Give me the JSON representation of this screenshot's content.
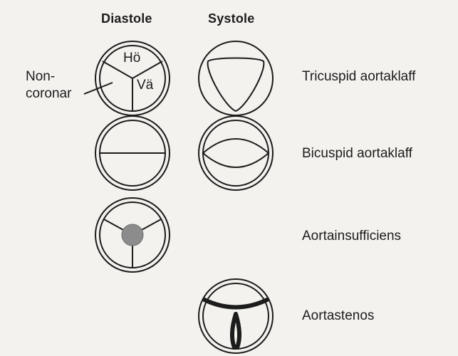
{
  "headers": {
    "diastole": "Diastole",
    "systole": "Systole"
  },
  "rows": [
    {
      "label": "Tricuspid aortaklaff"
    },
    {
      "label": "Bicuspid aortaklaff"
    },
    {
      "label": "Aortainsufficiens"
    },
    {
      "label": "Aortastenos"
    }
  ],
  "cusp_labels": {
    "right": "Hö",
    "left": "Vä",
    "noncoronary_line1": "Non-",
    "noncoronary_line2": "coronar"
  },
  "colors": {
    "background": "#f4f2ee",
    "line": "#1c1c1c",
    "regurgitant_orifice": "#8c8c8c"
  }
}
